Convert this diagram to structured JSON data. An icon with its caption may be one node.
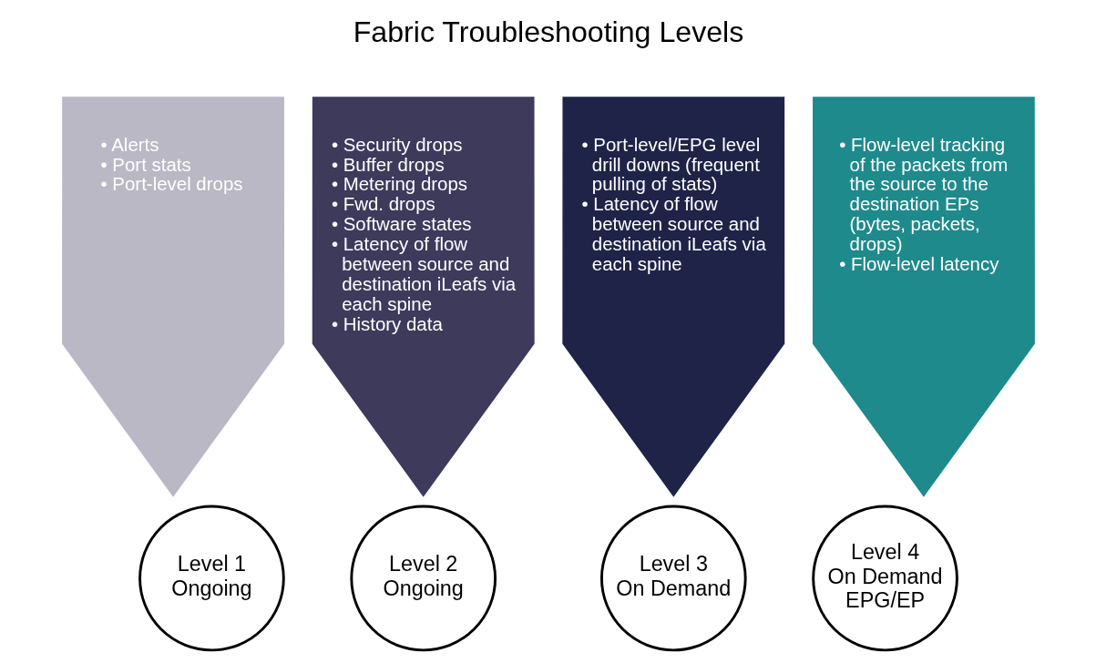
{
  "diagram": {
    "title": "Fabric Troubleshooting Levels",
    "nodes": [
      {
        "text": [
          "• Alerts",
          "• Port stats",
          "• Port-level drops"
        ]
      },
      {
        "text": [
          "• Security drops",
          "• Buffer drops",
          "• Metering drops",
          "• Fwd. drops",
          "• Software states",
          "• Latency of flow between source and destination iLeafs via each spine",
          "• History data"
        ]
      },
      {
        "text": [
          "• Port-level/EPG level drill downs (frequent pulling of stats)",
          "• Latency of flow between source and destination iLeafs via each spine"
        ]
      },
      {
        "text": [
          "• Flow-level tracking of the packets from the source to the destination EPs (bytes, packets, drops)",
          "• Flow-level latency"
        ]
      },
      {
        "text": [
          "Level 1 Ongoing"
        ]
      },
      {
        "text": [
          "Level 2 Ongoing"
        ]
      },
      {
        "text": [
          "Level 3 On Demand"
        ]
      },
      {
        "text": [
          "Level 4 On Demand EPG/EP"
        ]
      }
    ],
    "edges": []
  }
}
